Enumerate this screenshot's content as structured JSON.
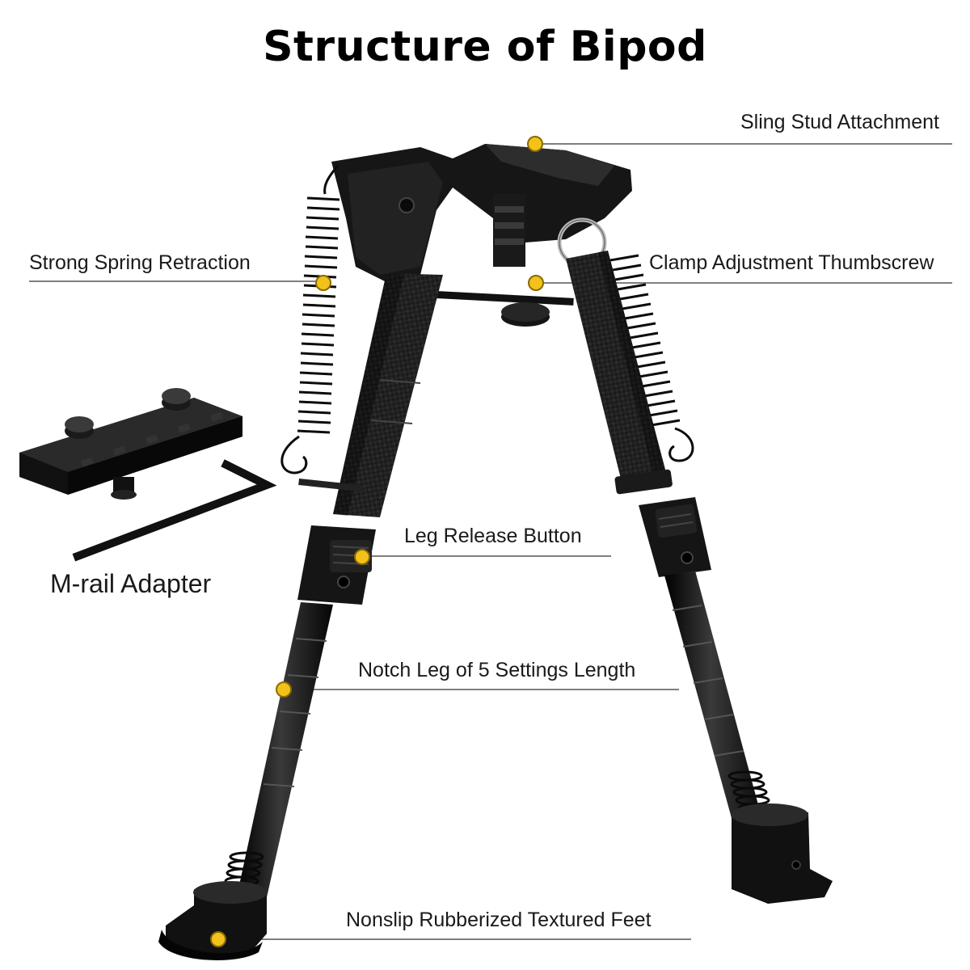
{
  "title": "Structure of Bipod",
  "callouts": {
    "sling_stud": "Sling Stud Attachment",
    "spring": "Strong Spring Retraction",
    "clamp": "Clamp Adjustment Thumbscrew",
    "leg_release": "Leg Release Button",
    "notch_leg": "Notch Leg of 5 Settings Length",
    "feet": "Nonslip Rubberized Textured Feet"
  },
  "accessory": {
    "label": "M-rail Adapter"
  },
  "colors": {
    "marker": "#f2c21b",
    "metal": "#141414",
    "leader": "#555555"
  }
}
